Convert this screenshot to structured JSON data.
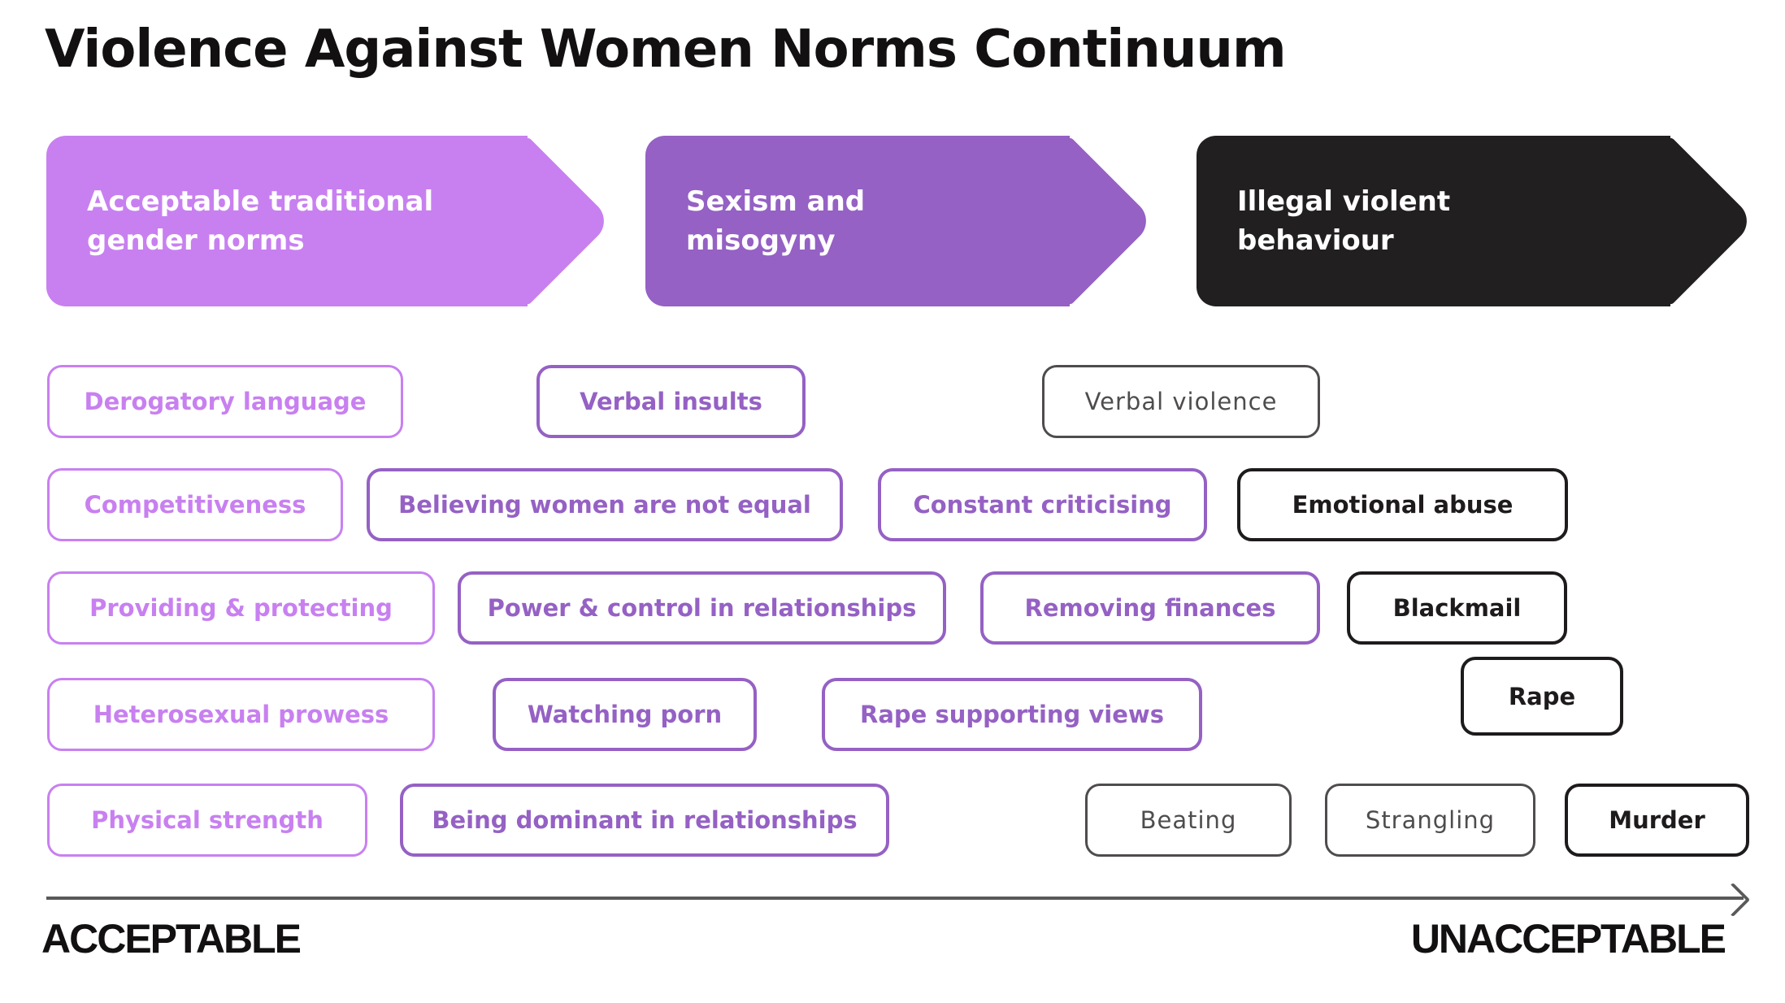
{
  "title": "Violence Against Women Norms Continuum",
  "palette": {
    "light": "#c880f0",
    "medium": "#9561c4",
    "dark": "#221f20",
    "gray": "#4f4c4d",
    "black": "#1e1b1c",
    "axis": "#58595b",
    "ink": "#121011"
  },
  "stages": [
    {
      "label": "Acceptable traditional\ngender norms",
      "level": "light"
    },
    {
      "label": "Sexism and\nmisogyny",
      "level": "medium"
    },
    {
      "label": "Illegal violent\nbehaviour",
      "level": "dark"
    }
  ],
  "rows": [
    {
      "items": [
        {
          "label": "Derogatory language",
          "level": "light"
        },
        {
          "label": "Verbal insults",
          "level": "medium"
        },
        {
          "label": "Verbal violence",
          "level": "gray"
        }
      ]
    },
    {
      "items": [
        {
          "label": "Competitiveness",
          "level": "light"
        },
        {
          "label": "Believing women are not equal",
          "level": "medium"
        },
        {
          "label": "Constant criticising",
          "level": "medium"
        },
        {
          "label": "Emotional abuse",
          "level": "black"
        }
      ]
    },
    {
      "items": [
        {
          "label": "Providing & protecting",
          "level": "light"
        },
        {
          "label": "Power & control in relationships",
          "level": "medium"
        },
        {
          "label": "Removing finances",
          "level": "medium"
        },
        {
          "label": "Blackmail",
          "level": "black"
        }
      ]
    },
    {
      "items": [
        {
          "label": "Heterosexual prowess",
          "level": "light"
        },
        {
          "label": "Watching porn",
          "level": "medium"
        },
        {
          "label": "Rape supporting views",
          "level": "medium"
        },
        {
          "label": "Rape",
          "level": "black"
        }
      ]
    },
    {
      "items": [
        {
          "label": "Physical strength",
          "level": "light"
        },
        {
          "label": "Being dominant in relationships",
          "level": "medium"
        },
        {
          "label": "Beating",
          "level": "gray"
        },
        {
          "label": "Strangling",
          "level": "gray"
        },
        {
          "label": "Murder",
          "level": "black"
        }
      ]
    }
  ],
  "axis": {
    "left_label": "ACCEPTABLE",
    "right_label": "UNACCEPTABLE"
  }
}
